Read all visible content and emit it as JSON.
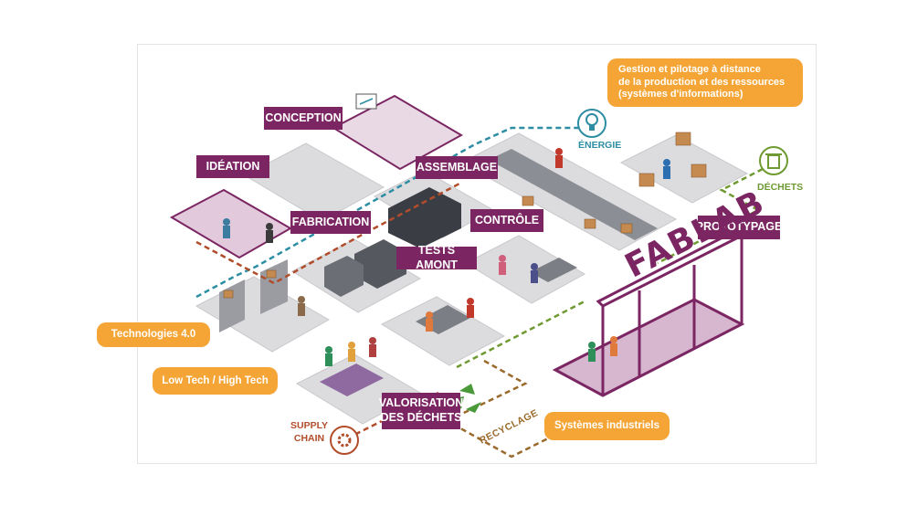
{
  "stations": {
    "conception": "CONCEPTION",
    "ideation": "IDÉATION",
    "assemblage": "ASSEMBLAGE",
    "fabrication": "FABRICATION",
    "controle": "CONTRÔLE",
    "tests_amont": "TESTS AMONT",
    "prototypage": "PROTOTYPAGE",
    "valorisation": "VALORISATION\nDES DÉCHETS"
  },
  "themes": {
    "gestion": "Gestion et pilotage à distance\nde la production et des ressources\n(systèmes d'informations)",
    "technologies": "Technologies 4.0",
    "low_high_tech": "Low Tech / High Tech",
    "systemes_industriels": "Systèmes industriels"
  },
  "flows": {
    "energie": "ÉNERGIE",
    "dechets": "DÉCHETS",
    "supply_chain": "SUPPLY\nCHAIN",
    "recyclage": "RECYCLAGE"
  },
  "fablab_sign": "FABLAB",
  "colors": {
    "purple": "#7b2663",
    "orange": "#f4a535",
    "teal": "#2c8da3",
    "green": "#6f9a31",
    "brown": "#b24d2b",
    "floor": "#d9d9dc"
  },
  "icons": [
    "lightbulb-icon",
    "trash-bin-icon",
    "recycle-icon",
    "gear-icon"
  ]
}
